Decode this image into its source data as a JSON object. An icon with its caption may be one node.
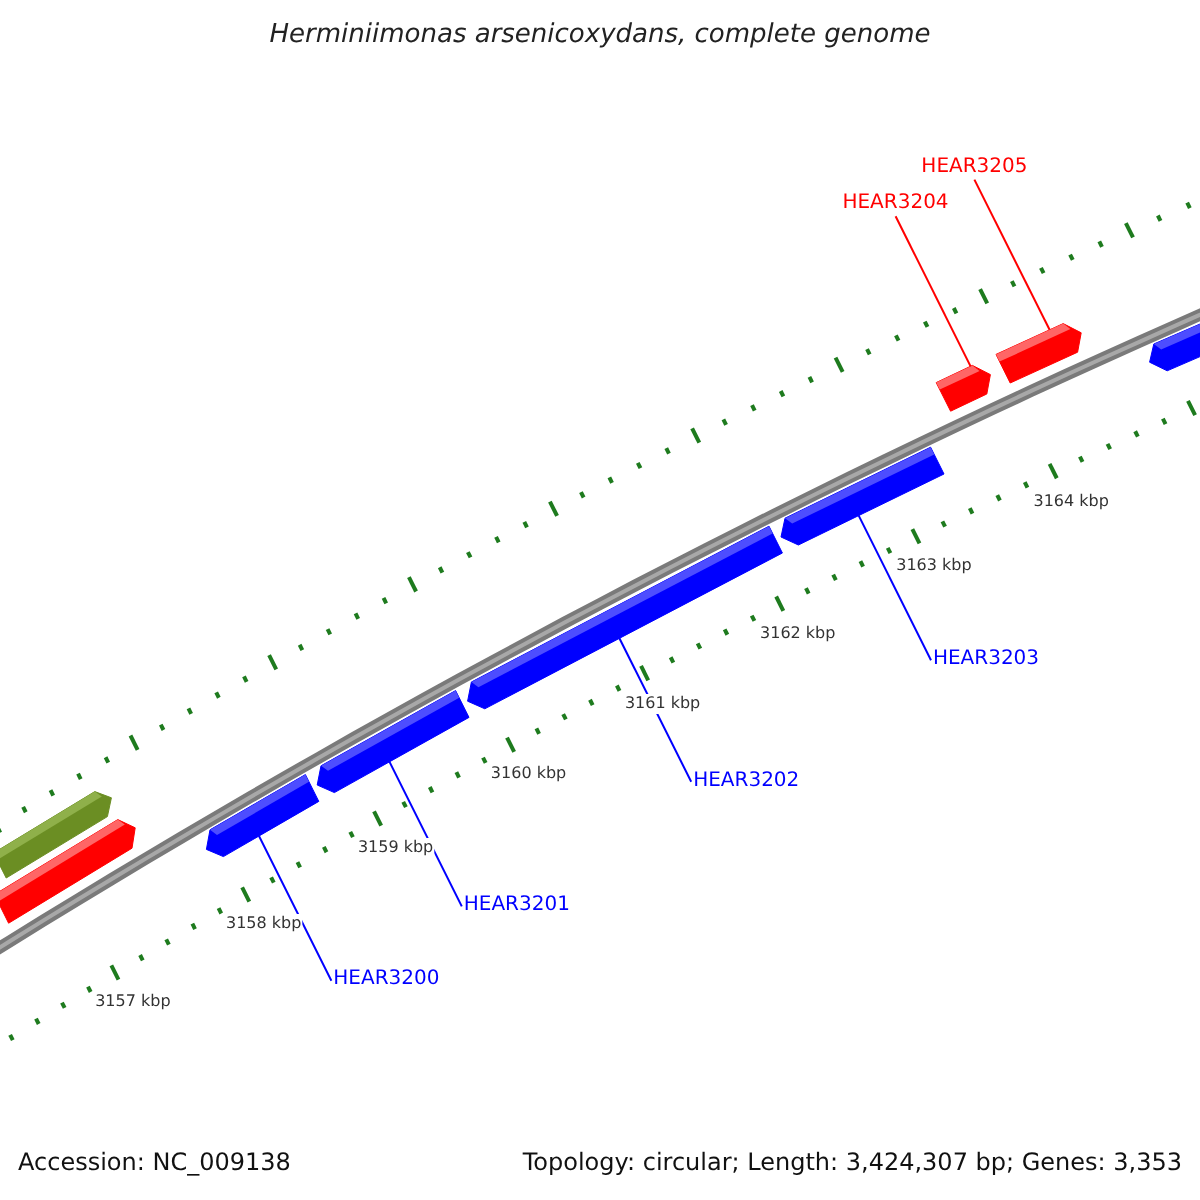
{
  "diagram": {
    "title": "Herminiimonas arsenicoxydans, complete genome",
    "nodes": [
      {
        "text": [],
        "shape": "bar"
      },
      {
        "text": [],
        "shape": "bar"
      },
      {
        "text": [],
        "shape": "bar"
      },
      {
        "text": [],
        "shape": "bar"
      },
      {
        "text": [],
        "shape": "bar"
      },
      {
        "text": [],
        "shape": "bar"
      },
      {
        "text": [],
        "shape": "bar"
      },
      {
        "text": [],
        "shape": "bar"
      },
      {
        "text": [],
        "shape": "bar"
      },
      {
        "text": [
          "HEAR3205"
        ]
      },
      {
        "text": [
          "HEAR3204"
        ]
      },
      {
        "text": [
          "HEAR3203"
        ]
      },
      {
        "text": [
          "HEAR3202"
        ]
      },
      {
        "text": [
          "HEAR3201"
        ]
      },
      {
        "text": [
          "HEAR3200"
        ]
      }
    ],
    "edges": [
      {
        "from": 9,
        "to": 7,
        "arrow": "none",
        "color": "#ff0000"
      },
      {
        "from": 10,
        "to": 6,
        "arrow": "none",
        "color": "#ff0000"
      },
      {
        "from": 11,
        "to": 5,
        "arrow": "none"
      },
      {
        "from": 12,
        "to": 4,
        "arrow": "none"
      },
      {
        "from": 13,
        "to": 3,
        "arrow": "none"
      },
      {
        "from": 14,
        "to": 2,
        "arrow": "none"
      }
    ],
    "labels": [
      "3157 kbp",
      "3158 kbp",
      "3159 kbp",
      "3160 kbp",
      "3161 kbp",
      "3162 kbp",
      "3163 kbp",
      "3164 kbp",
      "Accession: NC_009138",
      "Topology: circular; Length: 3,424,307 bp; Genes: 3,353"
    ]
  }
}
